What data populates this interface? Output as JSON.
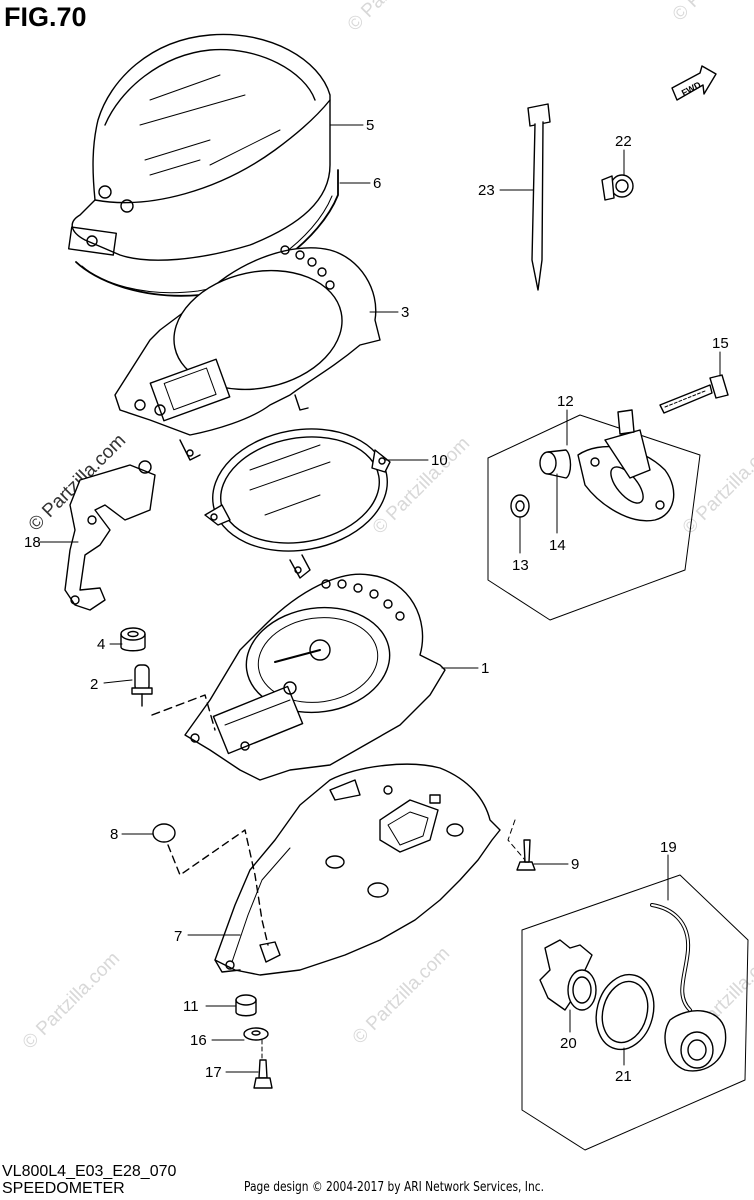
{
  "figure": {
    "title": "FIG.70",
    "model_code": "VL800L4_E03_E28_070",
    "caption": "SPEEDOMETER",
    "copyright": "Page design © 2004-2017 by ARI Network Services, Inc.",
    "direction_marker": "FWD",
    "watermark": "© Partzilla.com"
  },
  "callouts": {
    "c1": "1",
    "c2": "2",
    "c3": "3",
    "c4": "4",
    "c5": "5",
    "c6": "6",
    "c7": "7",
    "c8": "8",
    "c9": "9",
    "c10": "10",
    "c11": "11",
    "c12": "12",
    "c13": "13",
    "c14": "14",
    "c15": "15",
    "c16": "16",
    "c17": "17",
    "c18": "18",
    "c19": "19",
    "c20": "20",
    "c21": "21",
    "c22": "22",
    "c23": "23"
  }
}
